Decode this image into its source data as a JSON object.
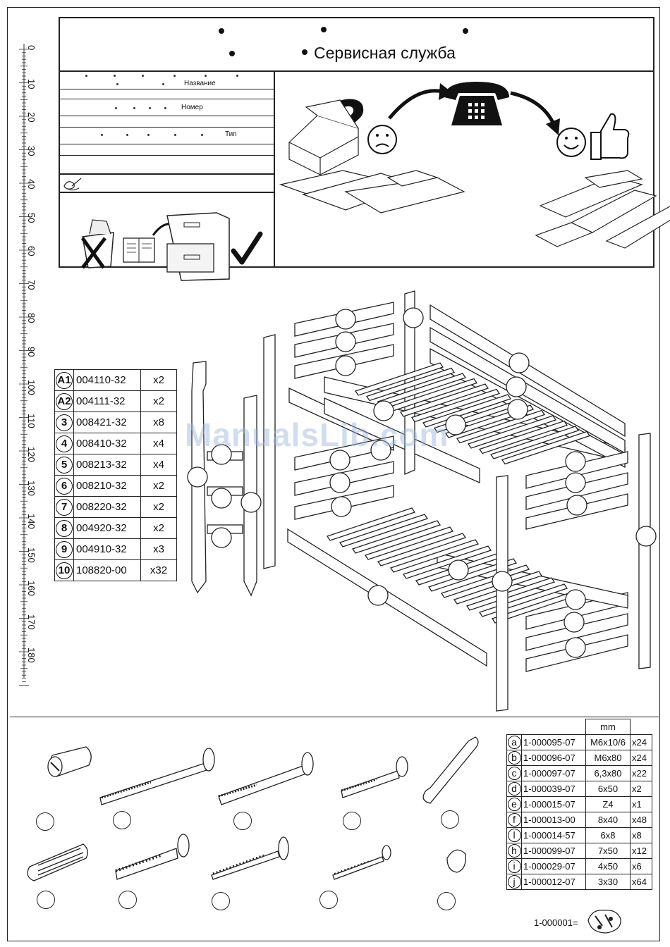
{
  "header": {
    "service_title": "Сервисная служба",
    "name_label": "Название",
    "number_label": "Номер",
    "type_label": "Тип"
  },
  "ruler": {
    "ticks": [
      "0",
      "10",
      "20",
      "30",
      "40",
      "50",
      "60",
      "70",
      "80",
      "90",
      "100",
      "110",
      "120",
      "130",
      "140",
      "150",
      "160",
      "170",
      "180"
    ]
  },
  "parts": [
    {
      "label": "A1",
      "code": "004110-32",
      "qty": "x2"
    },
    {
      "label": "A2",
      "code": "004111-32",
      "qty": "x2"
    },
    {
      "label": "3",
      "code": "008421-32",
      "qty": "x8"
    },
    {
      "label": "4",
      "code": "008410-32",
      "qty": "x4"
    },
    {
      "label": "5",
      "code": "008213-32",
      "qty": "x4"
    },
    {
      "label": "6",
      "code": "008210-32",
      "qty": "x2"
    },
    {
      "label": "7",
      "code": "008220-32",
      "qty": "x2"
    },
    {
      "label": "8",
      "code": "004920-32",
      "qty": "x2"
    },
    {
      "label": "9",
      "code": "004910-32",
      "qty": "x3"
    },
    {
      "label": "10",
      "code": "108820-00",
      "qty": "x32"
    }
  ],
  "hardware": {
    "unit": "mm",
    "rows": [
      {
        "label": "a",
        "code": "1-000095-07",
        "size": "M6x10/6",
        "qty": "x24"
      },
      {
        "label": "b",
        "code": "1-000096-07",
        "size": "M6x80",
        "qty": "x24"
      },
      {
        "label": "c",
        "code": "1-000097-07",
        "size": "6,3x80",
        "qty": "x22"
      },
      {
        "label": "d",
        "code": "1-000039-07",
        "size": "6x50",
        "qty": "x2"
      },
      {
        "label": "e",
        "code": "1-000015-07",
        "size": "Z4",
        "qty": "x1"
      },
      {
        "label": "f",
        "code": "1-000013-00",
        "size": "8x40",
        "qty": "x48"
      },
      {
        "label": "l",
        "code": "1-000014-57",
        "size": "6x8",
        "qty": "x8"
      },
      {
        "label": "h",
        "code": "1-000099-07",
        "size": "7x50",
        "qty": "x12"
      },
      {
        "label": "i",
        "code": "1-000029-07",
        "size": "4x50",
        "qty": "x6"
      },
      {
        "label": "j",
        "code": "1-000012-07",
        "size": "3x30",
        "qty": "x64"
      }
    ]
  },
  "kit_code": "1-000001=",
  "watermark": "ManualsLib.com"
}
